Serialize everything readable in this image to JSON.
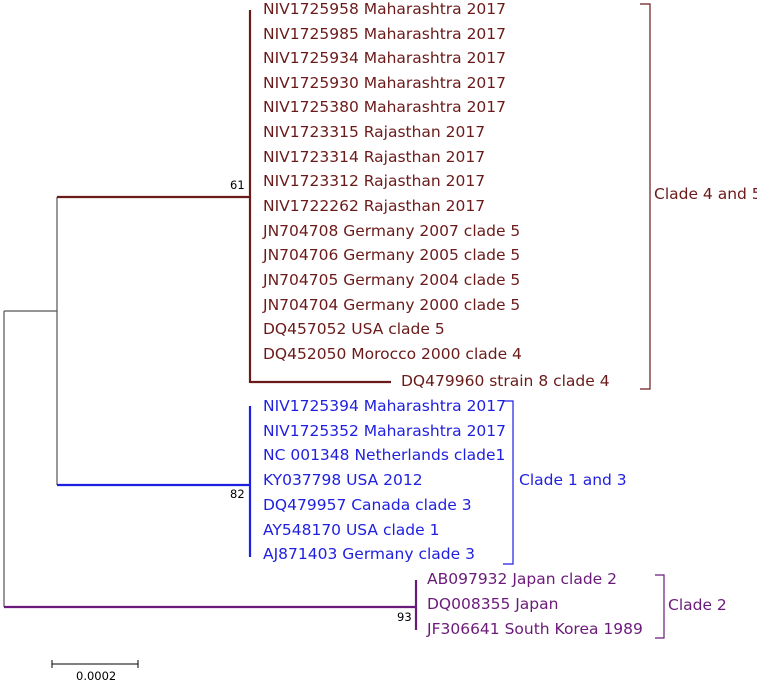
{
  "colors": {
    "clade45": "#6b1a1a",
    "clade13": "#1f1fe0",
    "clade2": "#6b1a7a",
    "root": "#555555"
  },
  "clade45": {
    "label": "Clade 4 and 5",
    "bootstrap": "61",
    "leaves": [
      "NIV1725958 Maharashtra 2017",
      "NIV1725985 Maharashtra 2017",
      "NIV1725934 Maharashtra 2017",
      "NIV1725930 Maharashtra 2017",
      "NIV1725380 Maharashtra 2017",
      "NIV1723315 Rajasthan 2017",
      "NIV1723314 Rajasthan 2017",
      "NIV1723312 Rajasthan 2017",
      "NIV1722262 Rajasthan 2017",
      "JN704708 Germany 2007 clade 5",
      "JN704706 Germany 2005 clade 5",
      "JN704705 Germany 2004 clade 5",
      "JN704704 Germany 2000 clade 5",
      "DQ457052 USA clade 5",
      "DQ452050 Morocco 2000 clade 4",
      "DQ479960 strain 8 clade 4"
    ]
  },
  "clade13": {
    "label": "Clade 1 and 3",
    "bootstrap": "82",
    "leaves": [
      "NIV1725394 Maharashtra 2017",
      "NIV1725352 Maharashtra 2017",
      "NC 001348 Netherlands clade1",
      "KY037798 USA 2012",
      "DQ479957 Canada clade 3",
      "AY548170 USA clade 1",
      "AJ871403 Germany clade 3"
    ]
  },
  "clade2": {
    "label": "Clade 2",
    "bootstrap": "93",
    "leaves": [
      "AB097932 Japan clade 2",
      "DQ008355 Japan",
      "JF306641 South Korea 1989"
    ]
  },
  "scale_bar": {
    "label": "0.0002"
  }
}
